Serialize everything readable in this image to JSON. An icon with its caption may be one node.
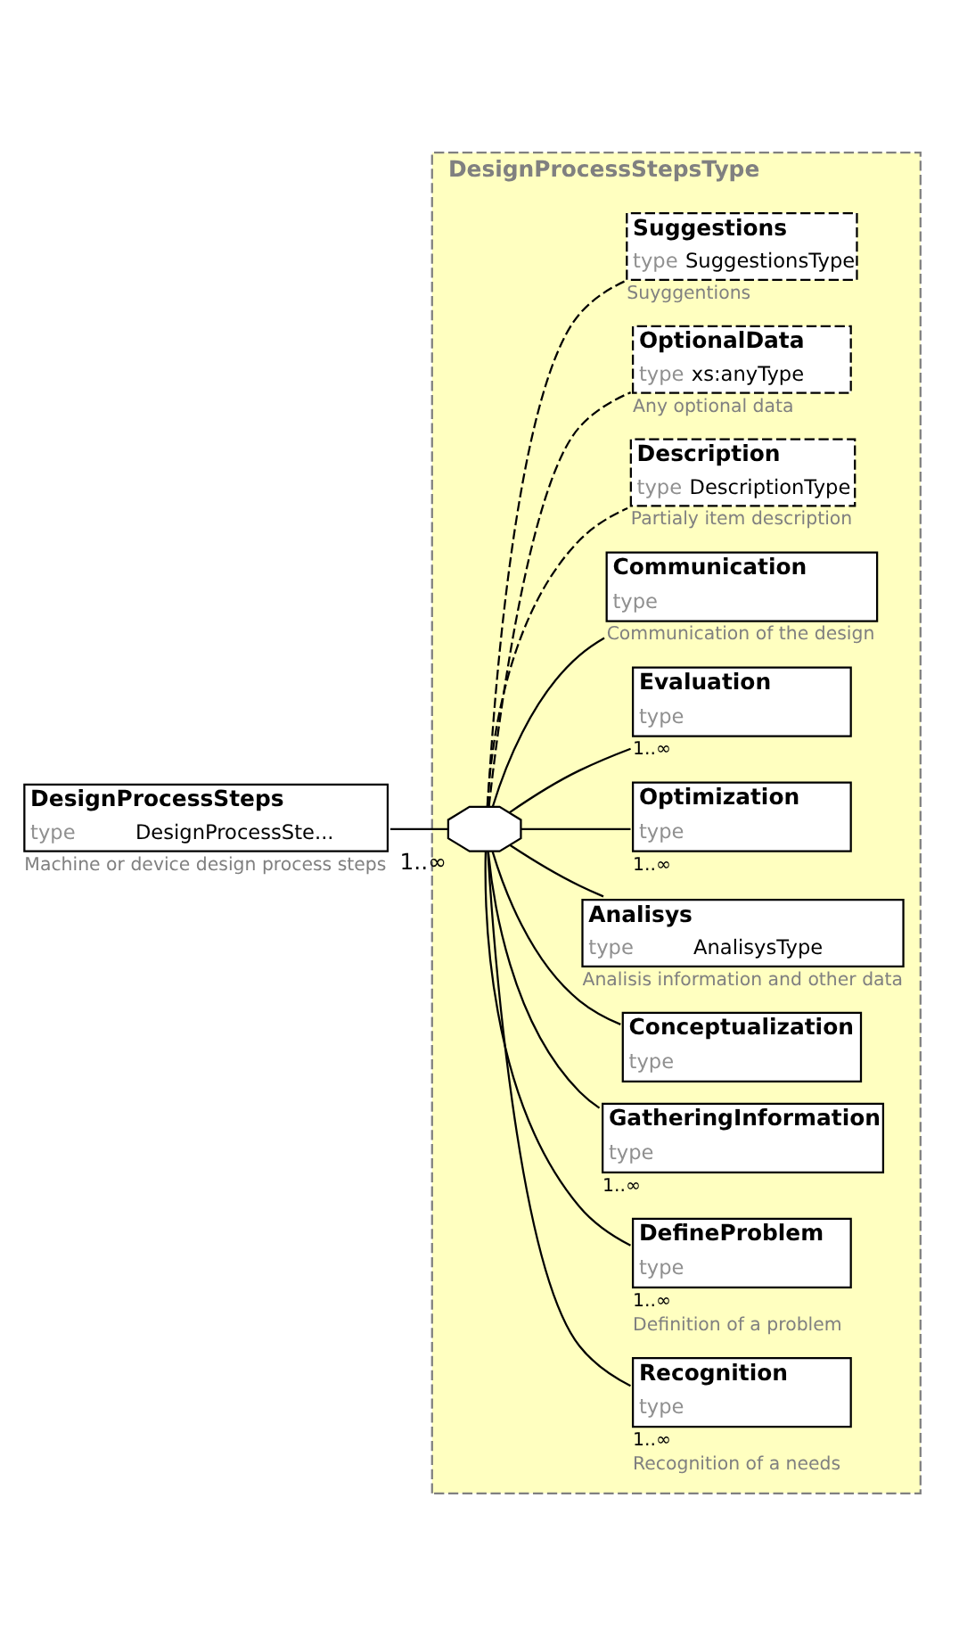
{
  "diagram": {
    "nodes": [
      {
        "text": [
          "DesignProcessSteps",
          "type",
          "DesignProcessSte..."
        ],
        "beside": [
          "Machine or device design process steps"
        ]
      },
      {
        "text": [
          "DesignProcessStepsType"
        ]
      },
      {
        "text": [],
        "shape": "octagon",
        "in": 1,
        "beside": [
          "1..∞"
        ]
      },
      {
        "text": [
          "Recognition",
          "type"
        ],
        "in": 1,
        "beside": [
          "1..∞",
          "Recognition of a needs"
        ]
      },
      {
        "text": [
          "DefineProblem",
          "type"
        ],
        "in": 1,
        "beside": [
          "1..∞",
          "Definition of a problem"
        ]
      },
      {
        "text": [
          "GatheringInformation",
          "type"
        ],
        "in": 1,
        "beside": [
          "1..∞"
        ]
      },
      {
        "text": [
          "Conceptualization",
          "type"
        ],
        "in": 1
      },
      {
        "text": [
          "Analisys",
          "type",
          "AnalisysType"
        ],
        "in": 1,
        "beside": [
          "Analisis information and other data"
        ]
      },
      {
        "text": [
          "Optimization",
          "type"
        ],
        "in": 1,
        "beside": [
          "1..∞"
        ]
      },
      {
        "text": [
          "Evaluation",
          "type"
        ],
        "in": 1,
        "beside": [
          "1..∞"
        ]
      },
      {
        "text": [
          "Communication",
          "type"
        ],
        "in": 1,
        "beside": [
          "Communication of the design"
        ]
      },
      {
        "text": [
          "Description",
          "type",
          "DescriptionType"
        ],
        "in": 1,
        "beside": [
          "Partialy item description"
        ]
      },
      {
        "text": [
          "OptionalData",
          "type",
          "xs:anyType"
        ],
        "in": 1,
        "beside": [
          "Any optional data"
        ]
      },
      {
        "text": [
          "Suggestions",
          "type",
          "SuggestionsType"
        ],
        "in": 1,
        "beside": [
          "Suyggentions"
        ]
      }
    ],
    "edges": [
      {
        "from": 0,
        "to": 2,
        "arrow": "none"
      },
      {
        "from": 2,
        "to": 3,
        "arrow": "none"
      },
      {
        "from": 2,
        "to": 4,
        "arrow": "none"
      },
      {
        "from": 2,
        "to": 5,
        "arrow": "none"
      },
      {
        "from": 2,
        "to": 6,
        "arrow": "none"
      },
      {
        "from": 2,
        "to": 7,
        "arrow": "none"
      },
      {
        "from": 2,
        "to": 8,
        "arrow": "none"
      },
      {
        "from": 2,
        "to": 9,
        "arrow": "none"
      },
      {
        "from": 2,
        "to": 10,
        "arrow": "none"
      },
      {
        "from": 2,
        "to": 11,
        "arrow": "none",
        "style": "dashed"
      },
      {
        "from": 2,
        "to": 12,
        "arrow": "none",
        "style": "dashed"
      },
      {
        "from": 2,
        "to": 13,
        "arrow": "none",
        "style": "dashed"
      }
    ]
  }
}
